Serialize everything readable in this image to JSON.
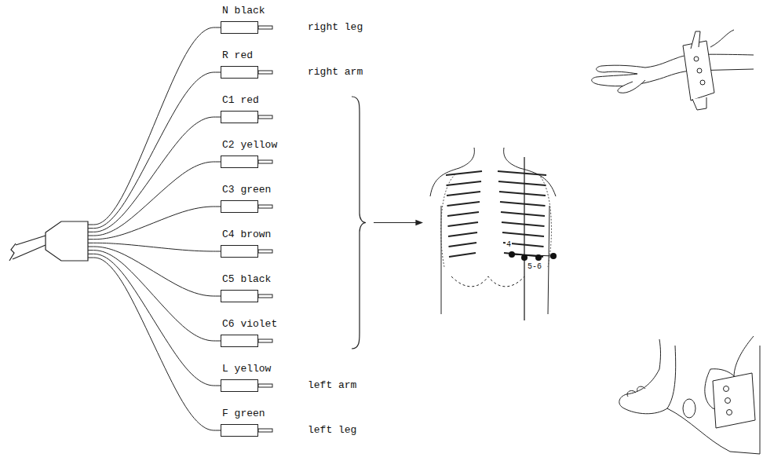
{
  "diagram": {
    "nodes": [
      {
        "text": [
          "N black"
        ]
      },
      {
        "text": [
          "R red"
        ]
      },
      {
        "text": [
          "C1 red"
        ]
      },
      {
        "text": [
          "C2 yellow"
        ]
      },
      {
        "text": [
          "C3 green"
        ]
      },
      {
        "text": [
          "C4 brown"
        ]
      },
      {
        "text": [
          "C5 black"
        ]
      },
      {
        "text": [
          "C6 violet"
        ]
      },
      {
        "text": [
          "L yellow"
        ]
      },
      {
        "text": [
          "F green"
        ]
      }
    ],
    "labels": [
      "right leg",
      "right arm",
      "left arm",
      "left leg",
      "4",
      "5-6"
    ]
  }
}
